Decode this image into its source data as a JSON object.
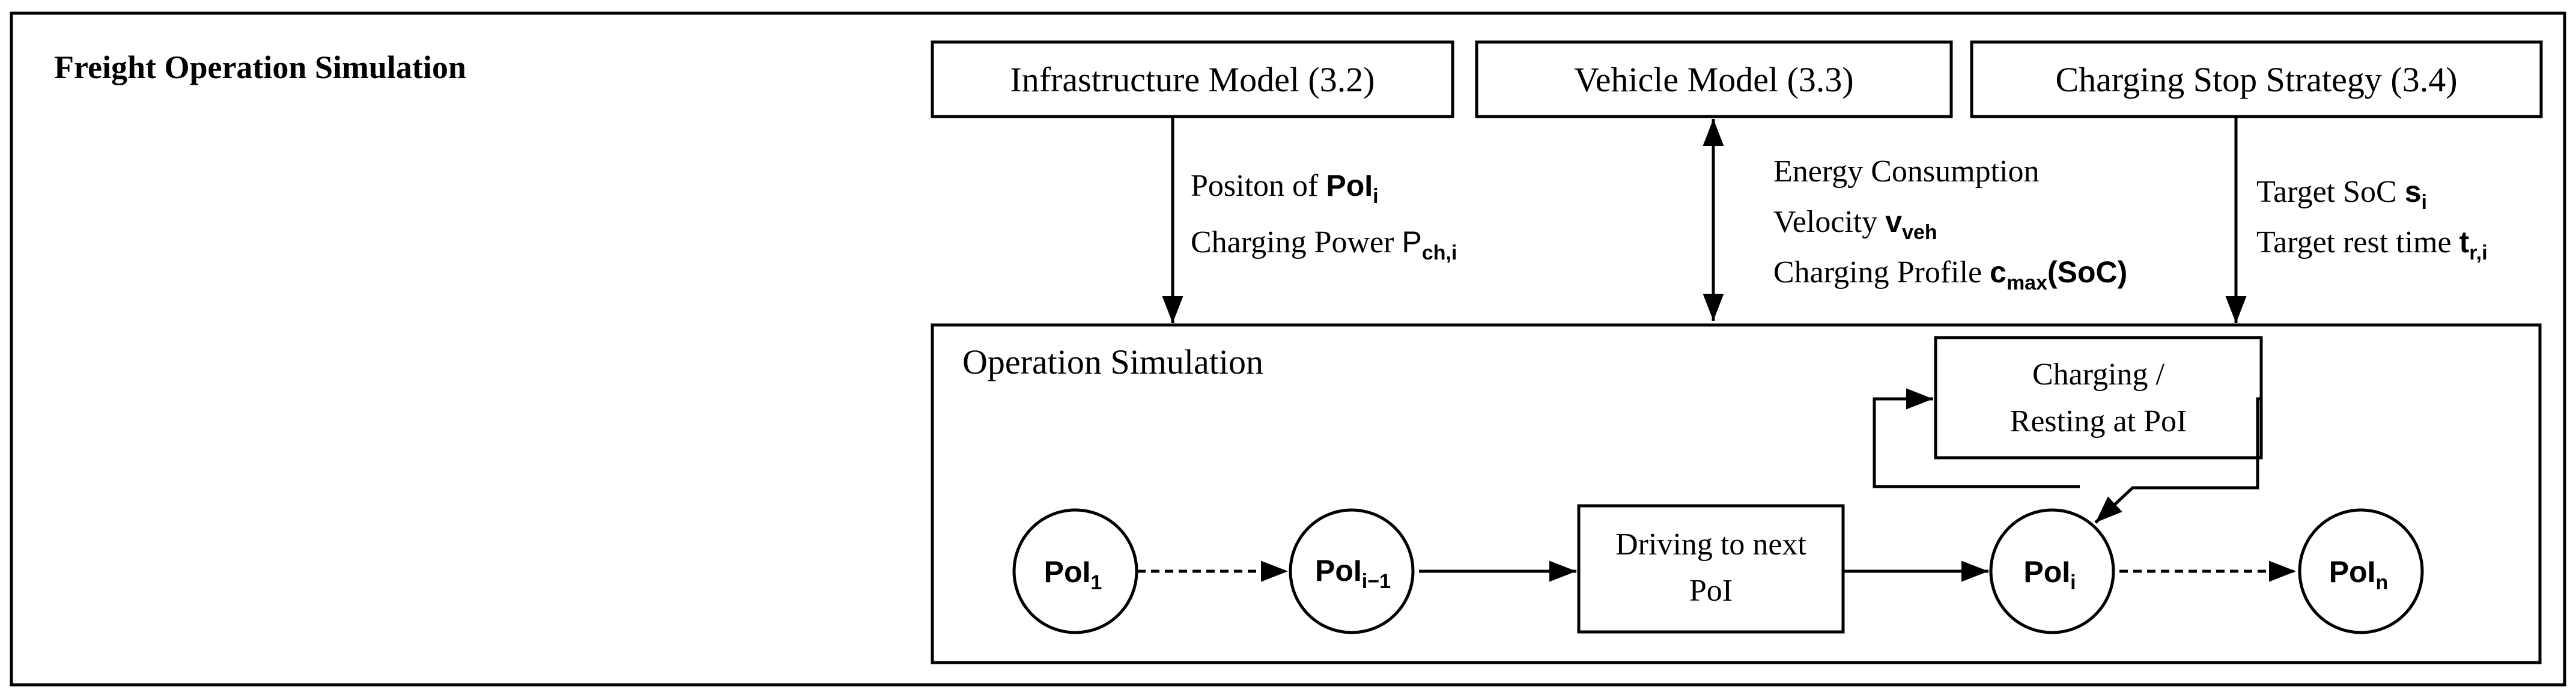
{
  "section_title": "Freight Operation Simulation",
  "models": {
    "infrastructure": "Infrastructure Model (3.2)",
    "vehicle": "Vehicle Model (3.3)",
    "strategy": "Charging Stop Strategy (3.4)"
  },
  "infrastructure_outputs": {
    "line1_text": "Positon of ",
    "line1_sym": "PoI",
    "line1_sub": "i",
    "line2_text": "Charging Power ",
    "line2_sym": "P",
    "line2_sub": "ch,i"
  },
  "vehicle_outputs": {
    "line1_text": "Energy Consumption",
    "line2_text": "Velocity ",
    "line2_sym": "v",
    "line2_sub": "veh",
    "line3_text": "Charging Profile ",
    "line3_sym": "c",
    "line3_sub": "max",
    "line3_arg": "(SoC)"
  },
  "strategy_outputs": {
    "line1_text": "Target SoC ",
    "line1_sym": "s",
    "line1_sub": "i",
    "line2_text": "Target rest time ",
    "line2_sym": "t",
    "line2_sub": "r,i"
  },
  "operation": {
    "title": "Operation Simulation",
    "charging_line1": "Charging /",
    "charging_line2": "Resting at PoI",
    "driving_line1": "Driving to next",
    "driving_line2": "PoI"
  },
  "nodes": [
    {
      "sym": "PoI",
      "sub": "1"
    },
    {
      "sym": "PoI",
      "sub": "i−1"
    },
    {
      "sym": "PoI",
      "sub": "i"
    },
    {
      "sym": "PoI",
      "sub": "n"
    }
  ]
}
